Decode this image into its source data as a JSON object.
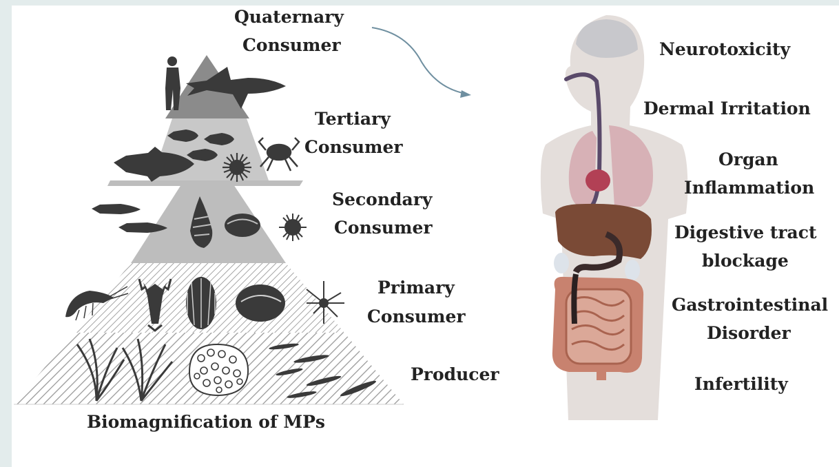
{
  "figure": {
    "colors": {
      "background": "#e3ecec",
      "panel": "#ffffff",
      "apex": "#8b8b8b",
      "tier_tertiary": "#c8c8c8",
      "tier_secondary": "#bdbdbd",
      "hatch": "#9a9a9a",
      "silhouette": "#3a3a3a",
      "arrow": "#6f8fa0",
      "body": "#e4dedb",
      "brain": "#c8c8cc",
      "lungs": "#d7b1b6",
      "heart": "#b24055",
      "liver": "#7a4a36",
      "intestine": "#c8826f",
      "kidney": "#dde3ea",
      "esophagus": "#5a4a6a"
    },
    "pyramid": {
      "labels": {
        "quaternary_1": "Quaternary",
        "quaternary_2": "Consumer",
        "tertiary_1": "Tertiary",
        "tertiary_2": "Consumer",
        "secondary_1": "Secondary",
        "secondary_2": "Consumer",
        "primary_1": "Primary",
        "primary_2": "Consumer",
        "producer": "Producer"
      },
      "caption": "Biomagnification of MPs",
      "icons": {
        "apex": [
          "human-silhouette-icon",
          "shark-icon"
        ],
        "tertiary": [
          "small-fish-icon",
          "small-fish-icon",
          "small-fish-icon",
          "large-fish-icon",
          "sea-urchin-icon",
          "crab-icon"
        ],
        "secondary": [
          "sardine-icon",
          "sardine-icon",
          "conch-shell-icon",
          "clam-icon",
          "sea-urchin-icon"
        ],
        "primary": [
          "shrimp-icon",
          "lobster-icon",
          "sea-urchin-test-icon",
          "mussel-icon",
          "zooplankton-icon"
        ],
        "producer": [
          "seaweed-icon",
          "seaweed-icon",
          "coral-icon",
          "phytoplankton-icon"
        ]
      }
    },
    "effects": {
      "neurotoxicity": "Neurotoxicity",
      "dermal": "Dermal Irritation",
      "organ_1": "Organ",
      "organ_2": "Inflammation",
      "digestive_1": "Digestive tract",
      "digestive_2": "blockage",
      "gi_1": "Gastrointestinal",
      "gi_2": "Disorder",
      "infertility": "Infertility"
    }
  }
}
